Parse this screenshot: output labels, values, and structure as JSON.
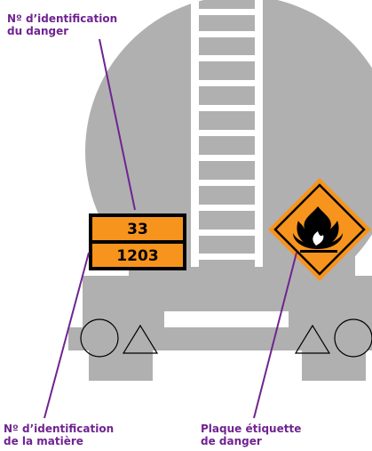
{
  "labels": {
    "hazard_id": {
      "line1": "Nº d’identification",
      "line2": "du danger"
    },
    "substance_id": {
      "line1": "Nº d’identification",
      "line2": "de la matière"
    },
    "hazard_placard": {
      "line1": "Plaque étiquette",
      "line2": "de danger"
    }
  },
  "orange_plate": {
    "hazard_number": "33",
    "un_number": "1203"
  },
  "colors": {
    "tank_grey": "#b0b0b0",
    "label_purple": "#6f2490",
    "plate_orange": "#f7941d",
    "plate_border": "#000000",
    "ladder_white": "#ffffff"
  },
  "icons": {
    "placard_symbol": "flame-icon",
    "wheel": "wheel-circle-icon",
    "wheel_chock": "triangle-icon"
  }
}
